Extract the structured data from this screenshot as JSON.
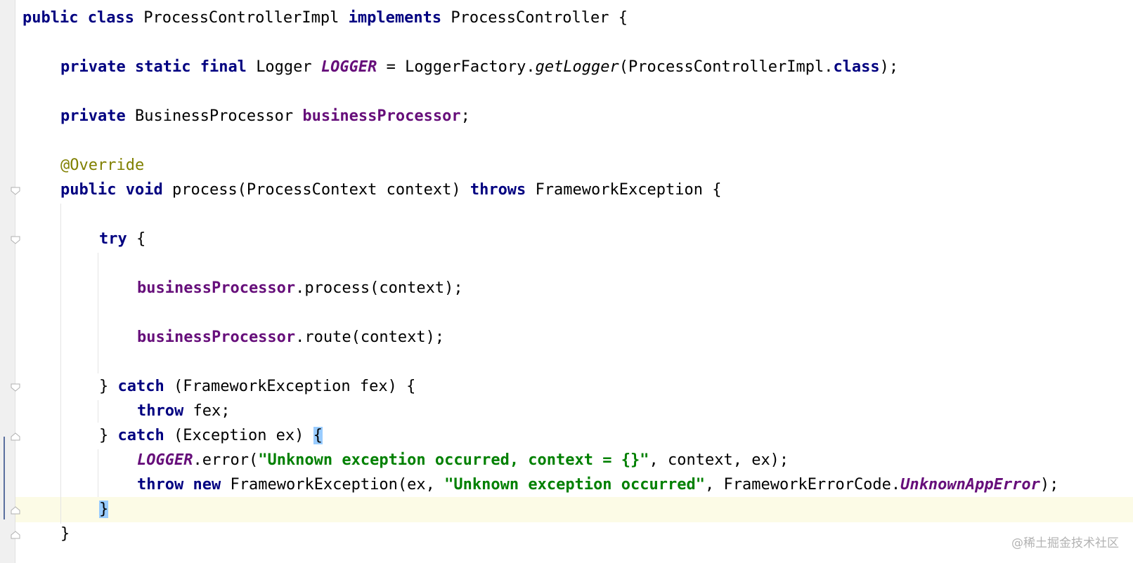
{
  "colors": {
    "keyword": "#000080",
    "field": "#660e7a",
    "annotation": "#808000",
    "string": "#008000",
    "current_line": "#fcfbe6",
    "brace_highlight": "#99ccff",
    "gutter": "#f0f0f0"
  },
  "code": {
    "l1": {
      "k1": "public",
      "k2": "class",
      "t1": "ProcessControllerImpl",
      "k3": "implements",
      "t2": "ProcessController {"
    },
    "l2": {
      "k1": "private",
      "k2": "static",
      "k3": "final",
      "t1": "Logger",
      "s1": "LOGGER",
      "t2": "= LoggerFactory.",
      "m1": "getLogger",
      "t3": "(ProcessControllerImpl.",
      "k4": "class",
      "t4": ");"
    },
    "l3": {
      "k1": "private",
      "t1": "BusinessProcessor",
      "f1": "businessProcessor",
      "t2": ";"
    },
    "l4": {
      "a1": "@Override"
    },
    "l5": {
      "k1": "public",
      "k2": "void",
      "t1": "process(ProcessContext context)",
      "k3": "throws",
      "t2": "FrameworkException {"
    },
    "l6": {
      "k1": "try",
      "t1": "{"
    },
    "l7": {
      "f1": "businessProcessor",
      "t1": ".process(context);"
    },
    "l8": {
      "f1": "businessProcessor",
      "t1": ".route(context);"
    },
    "l9": {
      "t1": "}",
      "k1": "catch",
      "t2": "(FrameworkException fex) {"
    },
    "l10": {
      "k1": "throw",
      "t1": "fex;"
    },
    "l11": {
      "t1": "}",
      "k1": "catch",
      "t2": "(Exception ex)",
      "b1": "{"
    },
    "l12": {
      "s1": "LOGGER",
      "t1": ".error(",
      "str1": "\"Unknown exception occurred, context = {}\"",
      "t2": ", context, ex);"
    },
    "l13": {
      "k1": "throw",
      "k2": "new",
      "t1": "FrameworkException(ex,",
      "str1": "\"Unknown exception occurred\"",
      "t2": ", FrameworkErrorCode.",
      "s1": "UnknownAppError",
      "t3": ");"
    },
    "l14": {
      "b1": "}"
    },
    "l15": {
      "t1": "}"
    }
  },
  "watermark": "@稀土掘金技术社区"
}
